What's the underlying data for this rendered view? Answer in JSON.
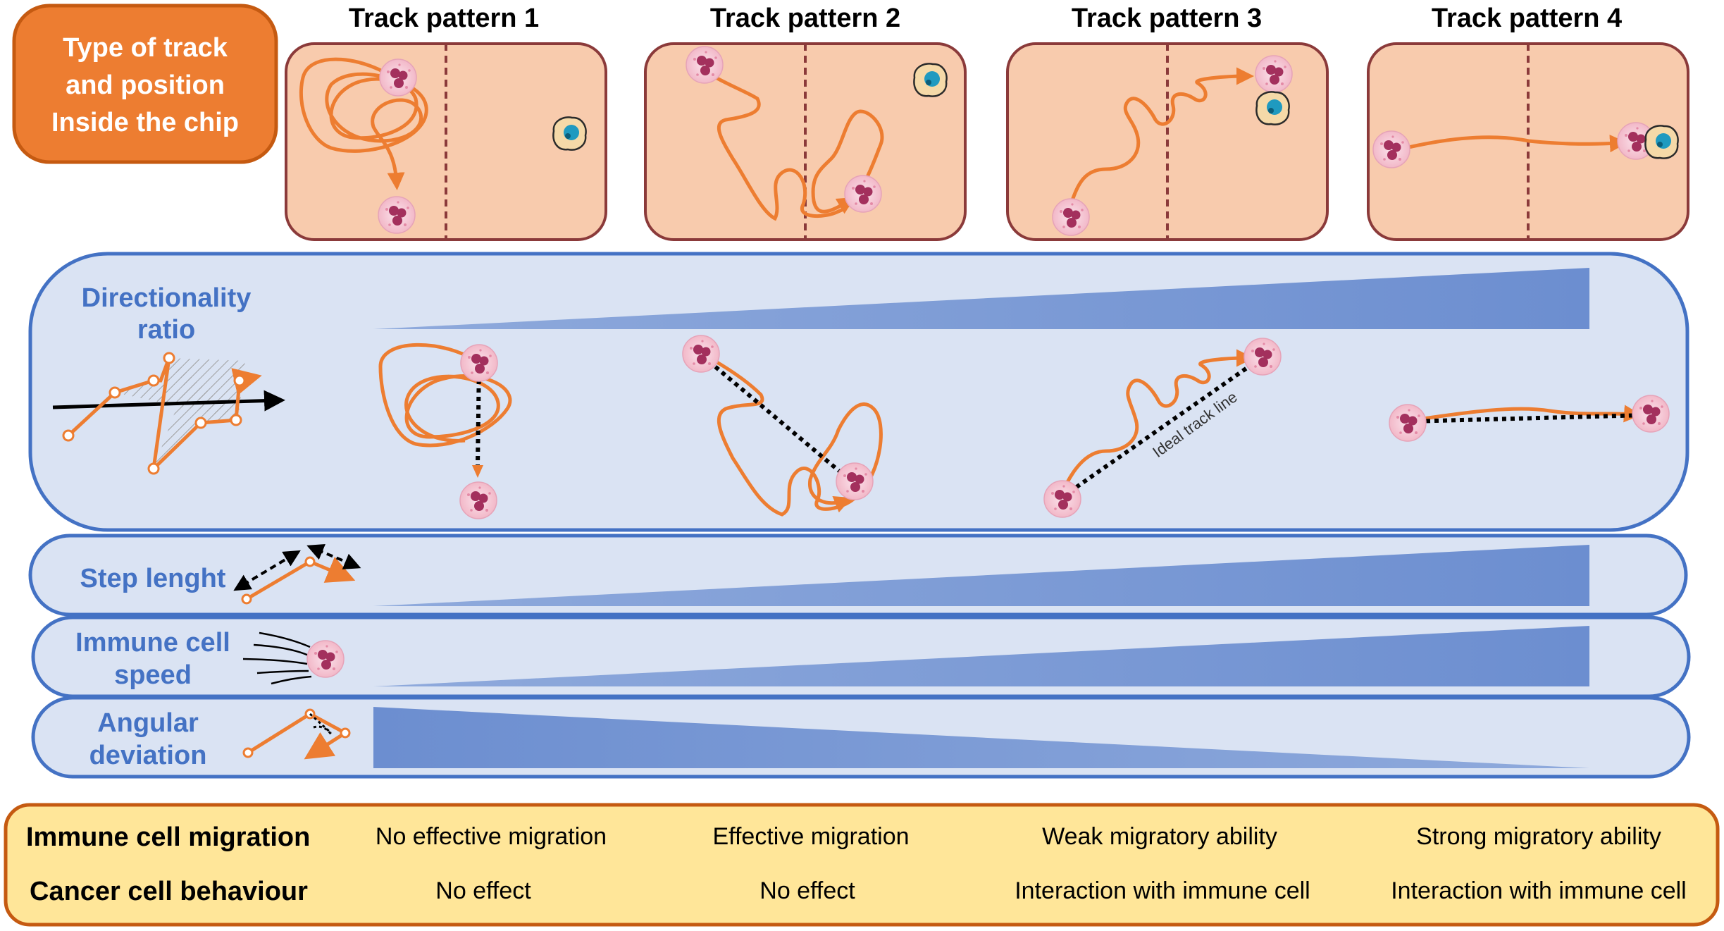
{
  "header": {
    "type_label_lines": [
      "Type of track",
      "and position",
      "Inside the chip"
    ],
    "patterns": [
      "Track pattern 1",
      "Track pattern 2",
      "Track pattern 3",
      "Track pattern 4"
    ]
  },
  "metrics": {
    "directionality": [
      "Directionality",
      "ratio"
    ],
    "step_length": "Step lenght",
    "speed": [
      "Immune cell",
      "speed"
    ],
    "angular": [
      "Angular",
      "deviation"
    ],
    "ideal_track_label": "Ideal track line"
  },
  "summary": {
    "rows": [
      {
        "label": "Immune cell migration",
        "values": [
          "No effective migration",
          "Effective migration",
          "Weak migratory ability",
          "Strong migratory ability"
        ]
      },
      {
        "label": "Cancer cell behaviour",
        "values": [
          "No effect",
          "No effect",
          "Interaction with immune cell",
          "Interaction with immune cell"
        ]
      }
    ]
  },
  "colors": {
    "orange": "#ED7D31",
    "chip_fill": "#F8CBAD",
    "chip_border": "#8B3A3A",
    "panel_fill": "#DAE3F3",
    "panel_border": "#4472C4",
    "label_blue": "#4472C4",
    "summary_fill": "#FFE699",
    "summary_border": "#C55A11"
  }
}
